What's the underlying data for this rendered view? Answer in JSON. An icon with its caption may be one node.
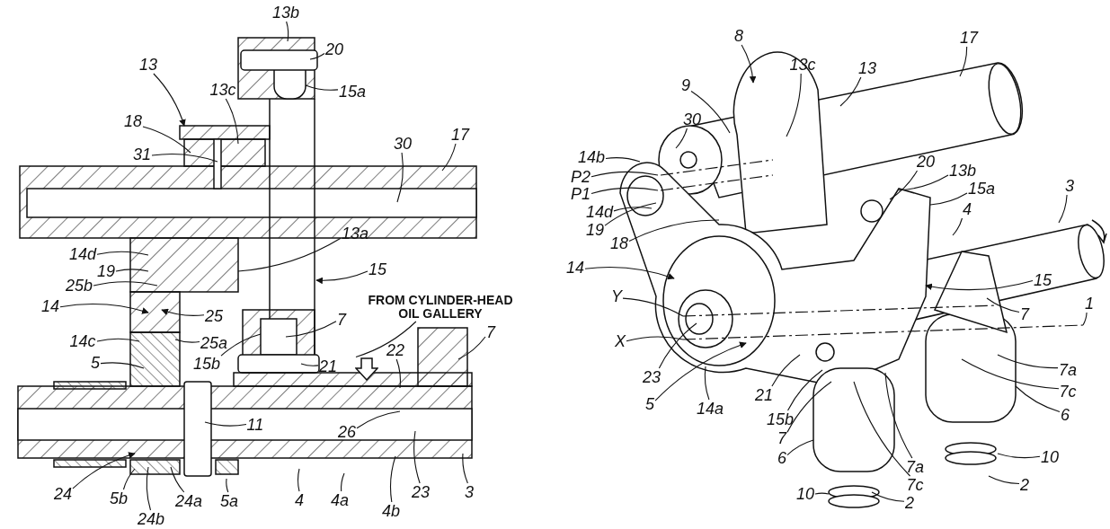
{
  "diagram": {
    "nodes": [
      {
        "text": [
          "13b"
        ]
      },
      {
        "text": [
          "20"
        ]
      },
      {
        "text": [
          "15a"
        ]
      },
      {
        "text": [
          "13"
        ]
      },
      {
        "text": [
          "13c"
        ]
      },
      {
        "text": [
          "18"
        ]
      },
      {
        "text": [
          "31"
        ]
      },
      {
        "text": [
          "30"
        ]
      },
      {
        "text": [
          "17"
        ]
      },
      {
        "text": [
          "14d"
        ]
      },
      {
        "text": [
          "19"
        ]
      },
      {
        "text": [
          "13a"
        ]
      },
      {
        "text": [
          "25b"
        ]
      },
      {
        "text": [
          "15"
        ]
      },
      {
        "text": [
          "14"
        ]
      },
      {
        "text": [
          "25"
        ]
      },
      {
        "text": [
          "FROM CYLINDER-HEAD OIL GALLERY"
        ]
      },
      {
        "text": [
          "7"
        ]
      },
      {
        "text": [
          "14c"
        ]
      },
      {
        "text": [
          "25a"
        ]
      },
      {
        "text": [
          "5"
        ]
      },
      {
        "text": [
          "15b"
        ]
      },
      {
        "text": [
          "21"
        ]
      },
      {
        "text": [
          "22"
        ]
      },
      {
        "text": [
          "7"
        ]
      },
      {
        "text": [
          "11"
        ]
      },
      {
        "text": [
          "26"
        ]
      },
      {
        "text": [
          "24"
        ]
      },
      {
        "text": [
          "5b"
        ]
      },
      {
        "text": [
          "24b"
        ]
      },
      {
        "text": [
          "24a"
        ]
      },
      {
        "text": [
          "5a"
        ]
      },
      {
        "text": [
          "4"
        ]
      },
      {
        "text": [
          "4a"
        ]
      },
      {
        "text": [
          "4b"
        ]
      },
      {
        "text": [
          "23"
        ]
      },
      {
        "text": [
          "3"
        ]
      },
      {
        "text": [
          "8"
        ]
      },
      {
        "text": [
          "17"
        ]
      },
      {
        "text": [
          "9"
        ]
      },
      {
        "text": [
          "13c"
        ]
      },
      {
        "text": [
          "13"
        ]
      },
      {
        "text": [
          "30"
        ]
      },
      {
        "text": [
          "14b"
        ]
      },
      {
        "text": [
          "P2"
        ]
      },
      {
        "text": [
          "P1"
        ]
      },
      {
        "text": [
          "14d"
        ]
      },
      {
        "text": [
          "19"
        ]
      },
      {
        "text": [
          "13b"
        ]
      },
      {
        "text": [
          "20"
        ]
      },
      {
        "text": [
          "15a"
        ]
      },
      {
        "text": [
          "3"
        ]
      },
      {
        "text": [
          "4"
        ]
      },
      {
        "text": [
          "18"
        ]
      },
      {
        "text": [
          "14"
        ]
      },
      {
        "text": [
          "15"
        ]
      },
      {
        "text": [
          "1"
        ]
      },
      {
        "text": [
          "Y"
        ]
      },
      {
        "text": [
          "7"
        ]
      },
      {
        "text": [
          "X"
        ]
      },
      {
        "text": [
          "23"
        ]
      },
      {
        "text": [
          "7a"
        ]
      },
      {
        "text": [
          "5"
        ]
      },
      {
        "text": [
          "14a"
        ]
      },
      {
        "text": [
          "21"
        ]
      },
      {
        "text": [
          "7c"
        ]
      },
      {
        "text": [
          "15b"
        ]
      },
      {
        "text": [
          "6"
        ]
      },
      {
        "text": [
          "7"
        ]
      },
      {
        "text": [
          "6"
        ]
      },
      {
        "text": [
          "7a"
        ]
      },
      {
        "text": [
          "7c"
        ]
      },
      {
        "text": [
          "10"
        ]
      },
      {
        "text": [
          "10"
        ]
      },
      {
        "text": [
          "2"
        ]
      },
      {
        "text": [
          "2"
        ]
      },
      {
        "text": [],
        "shape": "arrow"
      }
    ],
    "edges": [
      {
        "from": 0,
        "to": null,
        "arrow": "none"
      },
      {
        "from": 1,
        "to": null,
        "arrow": "none"
      },
      {
        "from": 2,
        "to": null,
        "arrow": "none"
      },
      {
        "from": 3,
        "to": null,
        "arrow": "to"
      },
      {
        "from": 4,
        "to": null,
        "arrow": "none"
      },
      {
        "from": 5,
        "to": null,
        "arrow": "none"
      },
      {
        "from": 6,
        "to": null,
        "arrow": "none"
      },
      {
        "from": 7,
        "to": null,
        "arrow": "none"
      },
      {
        "from": 8,
        "to": null,
        "arrow": "none"
      },
      {
        "from": 9,
        "to": null,
        "arrow": "none"
      },
      {
        "from": 10,
        "to": null,
        "arrow": "none"
      },
      {
        "from": 11,
        "to": null,
        "arrow": "none"
      },
      {
        "from": 12,
        "to": null,
        "arrow": "none"
      },
      {
        "from": 13,
        "to": null,
        "arrow": "to"
      },
      {
        "from": 14,
        "to": null,
        "arrow": "to"
      },
      {
        "from": 15,
        "to": null,
        "arrow": "to"
      },
      {
        "from": 16,
        "to": 76,
        "arrow": "none"
      },
      {
        "from": 17,
        "to": null,
        "arrow": "none"
      },
      {
        "from": 18,
        "to": null,
        "arrow": "none"
      },
      {
        "from": 19,
        "to": null,
        "arrow": "none"
      },
      {
        "from": 20,
        "to": null,
        "arrow": "none"
      },
      {
        "from": 21,
        "to": null,
        "arrow": "none"
      },
      {
        "from": 22,
        "to": null,
        "arrow": "none"
      },
      {
        "from": 23,
        "to": null,
        "arrow": "none"
      },
      {
        "from": 24,
        "to": null,
        "arrow": "none"
      },
      {
        "from": 25,
        "to": null,
        "arrow": "none"
      },
      {
        "from": 26,
        "to": null,
        "arrow": "none"
      },
      {
        "from": 27,
        "to": null,
        "arrow": "to"
      },
      {
        "from": 28,
        "to": null,
        "arrow": "none"
      },
      {
        "from": 29,
        "to": null,
        "arrow": "none"
      },
      {
        "from": 30,
        "to": null,
        "arrow": "none"
      },
      {
        "from": 31,
        "to": null,
        "arrow": "none"
      },
      {
        "from": 32,
        "to": null,
        "arrow": "none"
      },
      {
        "from": 33,
        "to": null,
        "arrow": "none"
      },
      {
        "from": 34,
        "to": null,
        "arrow": "none"
      },
      {
        "from": 35,
        "to": null,
        "arrow": "none"
      },
      {
        "from": 36,
        "to": null,
        "arrow": "none"
      },
      {
        "from": 37,
        "to": null,
        "arrow": "to"
      },
      {
        "from": 38,
        "to": null,
        "arrow": "none"
      },
      {
        "from": 39,
        "to": null,
        "arrow": "none"
      },
      {
        "from": 40,
        "to": null,
        "arrow": "none"
      },
      {
        "from": 41,
        "to": null,
        "arrow": "none"
      },
      {
        "from": 42,
        "to": null,
        "arrow": "none"
      },
      {
        "from": 43,
        "to": null,
        "arrow": "none"
      },
      {
        "from": 44,
        "to": null,
        "arrow": "none"
      },
      {
        "from": 45,
        "to": null,
        "arrow": "none"
      },
      {
        "from": 46,
        "to": null,
        "arrow": "none"
      },
      {
        "from": 47,
        "to": null,
        "arrow": "none"
      },
      {
        "from": 48,
        "to": null,
        "arrow": "none"
      },
      {
        "from": 49,
        "to": null,
        "arrow": "none"
      },
      {
        "from": 50,
        "to": null,
        "arrow": "none"
      },
      {
        "from": 51,
        "to": null,
        "arrow": "none"
      },
      {
        "from": 52,
        "to": null,
        "arrow": "none"
      },
      {
        "from": 53,
        "to": null,
        "arrow": "none"
      },
      {
        "from": 54,
        "to": null,
        "arrow": "to"
      },
      {
        "from": 55,
        "to": null,
        "arrow": "to"
      },
      {
        "from": 56,
        "to": null,
        "arrow": "none"
      },
      {
        "from": 57,
        "to": null,
        "arrow": "none"
      },
      {
        "from": 58,
        "to": null,
        "arrow": "none"
      },
      {
        "from": 59,
        "to": null,
        "arrow": "none"
      },
      {
        "from": 60,
        "to": null,
        "arrow": "none"
      },
      {
        "from": 61,
        "to": null,
        "arrow": "none"
      },
      {
        "from": 62,
        "to": null,
        "arrow": "to"
      },
      {
        "from": 63,
        "to": null,
        "arrow": "none"
      },
      {
        "from": 64,
        "to": null,
        "arrow": "none"
      },
      {
        "from": 65,
        "to": null,
        "arrow": "none"
      },
      {
        "from": 66,
        "to": null,
        "arrow": "none"
      },
      {
        "from": 67,
        "to": null,
        "arrow": "none"
      },
      {
        "from": 68,
        "to": null,
        "arrow": "none"
      },
      {
        "from": 69,
        "to": null,
        "arrow": "none"
      },
      {
        "from": 70,
        "to": null,
        "arrow": "none"
      },
      {
        "from": 71,
        "to": null,
        "arrow": "none"
      },
      {
        "from": 72,
        "to": null,
        "arrow": "none"
      },
      {
        "from": 73,
        "to": null,
        "arrow": "none"
      },
      {
        "from": 74,
        "to": null,
        "arrow": "none"
      },
      {
        "from": 75,
        "to": null,
        "arrow": "none"
      }
    ]
  }
}
